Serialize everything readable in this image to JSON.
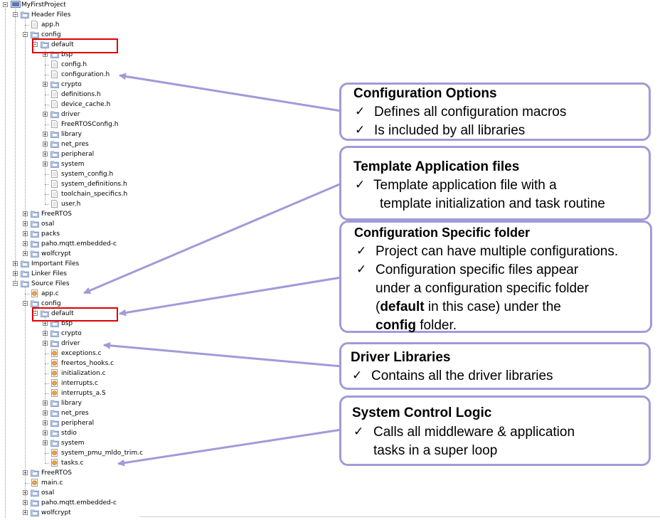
{
  "tree": {
    "project": "MyFirstProject",
    "header_files": {
      "label": "Header Files",
      "app_h": "app.h",
      "config": "config",
      "default": "default",
      "items": [
        "bsp",
        "config.h",
        "configuration.h",
        "crypto",
        "definitions.h",
        "device_cache.h",
        "driver",
        "FreeRTOSConfig.h",
        "library",
        "net_pres",
        "peripheral",
        "system",
        "system_config.h",
        "system_definitions.h",
        "toolchain_specifics.h",
        "user.h"
      ],
      "siblings": [
        "FreeRTOS",
        "osal",
        "packs",
        "paho.mqtt.embedded-c",
        "wolfcrypt"
      ]
    },
    "important_files": "Important Files",
    "linker_files": "Linker Files",
    "source_files": {
      "label": "Source Files",
      "app_c": "app.c",
      "config": "config",
      "default": "default",
      "items": [
        "bsp",
        "crypto",
        "driver",
        "exceptions.c",
        "freertos_hooks.c",
        "initialization.c",
        "interrupts.c",
        "interrupts_a.S",
        "library",
        "net_pres",
        "peripheral",
        "stdio",
        "system",
        "system_pmu_mldo_trim.c",
        "tasks.c"
      ],
      "siblings": [
        "FreeRTOS",
        "main.c",
        "osal",
        "paho.mqtt.embedded-c",
        "wolfcrypt"
      ]
    }
  },
  "callouts": {
    "config_options": {
      "title": "Configuration Options",
      "lines": [
        "Defines all configuration macros",
        "Is included by all libraries"
      ]
    },
    "template_app": {
      "title": "Template Application files",
      "line1": "Template application file with a",
      "line2": "template initialization and task routine"
    },
    "config_specific": {
      "title": "Configuration Specific folder",
      "line1": "Project can have multiple configurations.",
      "line2": "Configuration specific files appear",
      "line3": "under a configuration specific folder",
      "line4_open": "(",
      "line4_bold": "default",
      "line4_rest": " in this case) under the",
      "line5_bold": "config",
      "line5_rest": " folder."
    },
    "driver_libs": {
      "title": "Driver Libraries",
      "line1": "Contains all the driver libraries"
    },
    "system_control": {
      "title": "System Control Logic",
      "line1": "Calls all middleware & application",
      "line2": "tasks in a super loop"
    }
  },
  "check_glyph": "✓",
  "colors": {
    "callout_border": "#a09bd8",
    "highlight": "#e00000",
    "folder": "#6b86b8"
  }
}
